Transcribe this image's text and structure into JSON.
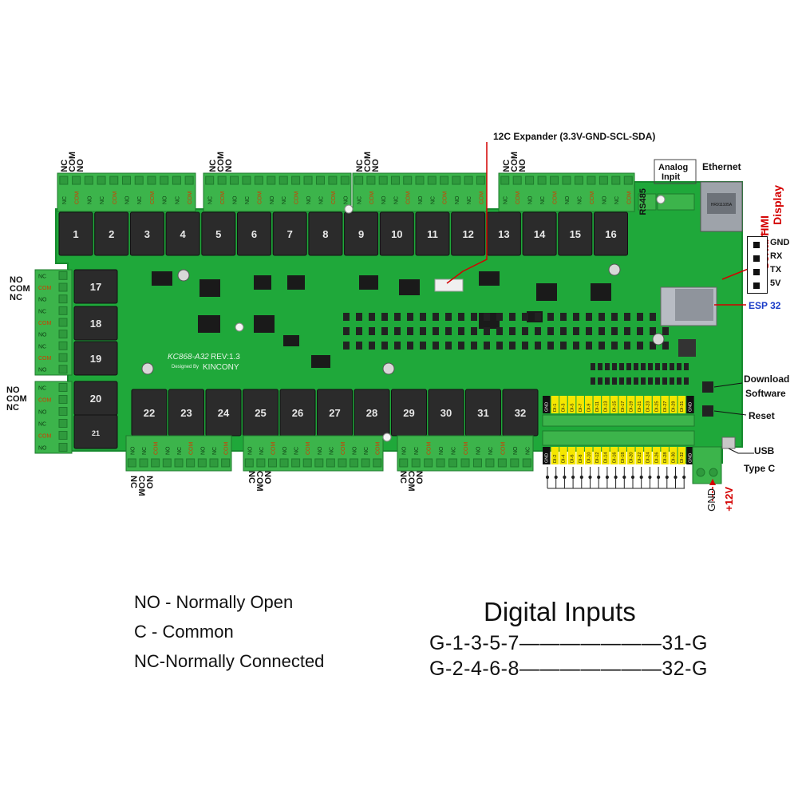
{
  "board": {
    "model": "KC868-A32",
    "revision": "REV:1.3",
    "designed_by": "Designed By",
    "brand": "KINCONY",
    "ethernet_chip_text": "HR911105A"
  },
  "relays": {
    "top": [
      "1",
      "2",
      "3",
      "4",
      "5",
      "6",
      "7",
      "8",
      "9",
      "10",
      "11",
      "12",
      "13",
      "14",
      "15",
      "16"
    ],
    "left": [
      "17",
      "18",
      "19",
      "20",
      "21"
    ],
    "bottom": [
      "22",
      "23",
      "24",
      "25",
      "26",
      "27",
      "28",
      "29",
      "30",
      "31",
      "32"
    ]
  },
  "terminal_stack_labels": {
    "nc": "NC",
    "com": "COM",
    "no": "NO"
  },
  "terminal_pin_labels": [
    "NC",
    "COM",
    "NO"
  ],
  "callouts": {
    "i2c_expander": "12C Expander (3.3V-GND-SCL-SDA)",
    "rs485": "RS485",
    "analog_input_line1": "Analog",
    "analog_input_line2": "Inpit",
    "ethernet": "Ethernet",
    "serial_hmi_line1": "Serial HMI",
    "serial_hmi_line2": "Display",
    "esp32": "ESP 32",
    "download_line1": "Download",
    "download_line2": "Software",
    "reset": "Reset",
    "usb_line1": "USB",
    "usb_line2": "Type C",
    "gnd_power": "GND",
    "plus12v": "+12V"
  },
  "hmi_pins": [
    "GND",
    "RX",
    "TX",
    "5V"
  ],
  "di_top_labels": [
    "GND",
    "DI-1",
    "DI-3",
    "DI-5",
    "DI-7",
    "DI-9",
    "DI-11",
    "DI-13",
    "DI-15",
    "DI-17",
    "DI-19",
    "DI-21",
    "DI-23",
    "DI-25",
    "DI-27",
    "DI-29",
    "DI-31",
    "GND"
  ],
  "di_bottom_labels": [
    "GND",
    "DI-2",
    "DI-4",
    "DI-6",
    "DI-8",
    "DI-10",
    "DI-12",
    "DI-14",
    "DI-16",
    "DI-18",
    "DI-20",
    "DI-22",
    "DI-24",
    "DI-26",
    "DI-28",
    "DI-30",
    "DI-32",
    "GND"
  ],
  "legend": [
    "NO - Normally Open",
    "C - Common",
    "NC-Normally Connected"
  ],
  "digital_inputs": {
    "title": "Digital Inputs",
    "row1": "G-1-3-5-7———————31-G",
    "row2": "G-2-4-6-8———————32-G"
  },
  "colors": {
    "pcb": "#1fa83a",
    "pcb_dark": "#168a2e",
    "terminal": "#3cb44b",
    "relay": "#2b2b2b",
    "label_yellow": "#f5e600",
    "callout_red": "#d40000",
    "callout_blue": "#1a3cc8"
  }
}
